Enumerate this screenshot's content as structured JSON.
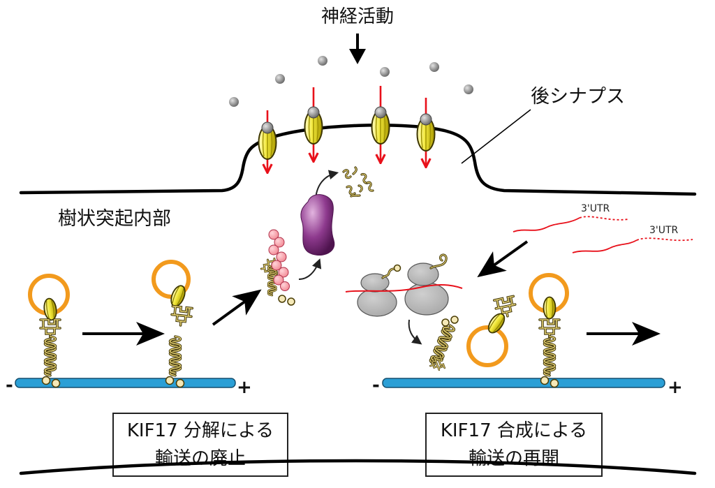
{
  "title": "神経活動",
  "labels": {
    "postsynapse": "後シナプス",
    "dendrite_interior": "樹状突起内部"
  },
  "mrna": [
    {
      "label": "3'UTR"
    },
    {
      "label": "3'UTR"
    }
  ],
  "microtubules": {
    "left": {
      "minus": "-",
      "plus": "+"
    },
    "right": {
      "minus": "-",
      "plus": "+"
    }
  },
  "captions": {
    "left": {
      "line1": "KIF17 分解による",
      "line2": "輸送の廃止"
    },
    "right": {
      "line1": "KIF17 合成による",
      "line2": "輸送の再開"
    }
  },
  "colors": {
    "microtubule": "#2b9fd6",
    "vesicle": "#f29a1d",
    "mrna": "#e8101a",
    "receptor": "#f2e83a",
    "ligand": "#6f6f6f",
    "proteasome": "#8e3a8e",
    "ubiquitin": "#f28a95",
    "ribosome": "#a9a9a9"
  }
}
